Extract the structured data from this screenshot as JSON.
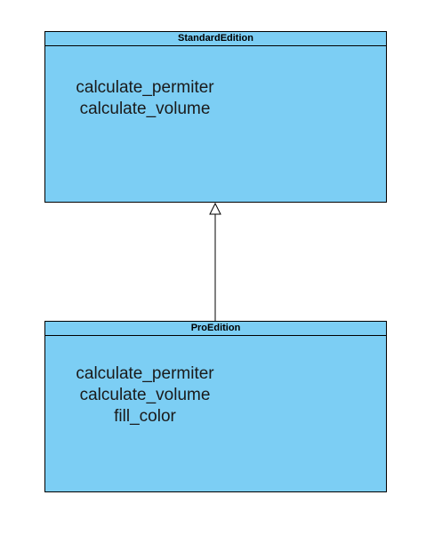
{
  "diagram": {
    "classes": [
      {
        "name": "StandardEdition",
        "methods": [
          "calculate_permiter",
          "calculate_volume"
        ]
      },
      {
        "name": "ProEdition",
        "methods": [
          "calculate_permiter",
          "calculate_volume",
          "fill_color"
        ]
      }
    ],
    "relationship": {
      "type": "generalization",
      "from": "ProEdition",
      "to": "StandardEdition"
    },
    "colors": {
      "class_fill": "#7ccef4",
      "border": "#000000",
      "text": "#1a1a1a"
    }
  }
}
